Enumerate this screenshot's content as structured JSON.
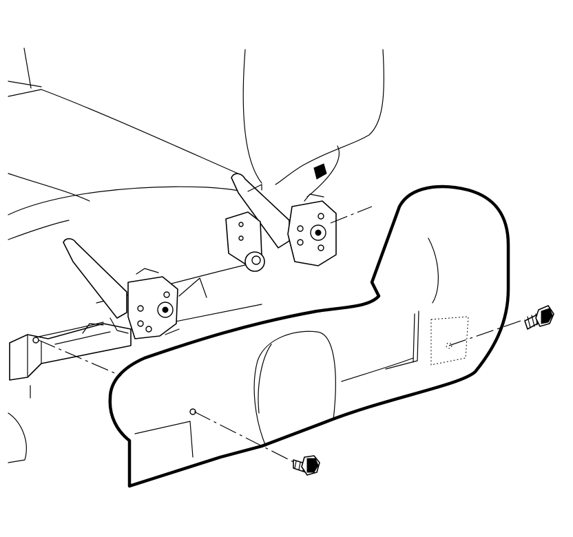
{
  "diagram": {
    "kind": "exploded-assembly-illustration",
    "line_color": "#000000",
    "background_color": "#ffffff",
    "parts": [
      "seat-cushion",
      "seat-back",
      "recliner-bracket-rear",
      "recliner-bracket-front",
      "seat-adjuster-track",
      "seat-side-shield",
      "upper-shield-bolt",
      "lower-shield-bolt"
    ]
  }
}
